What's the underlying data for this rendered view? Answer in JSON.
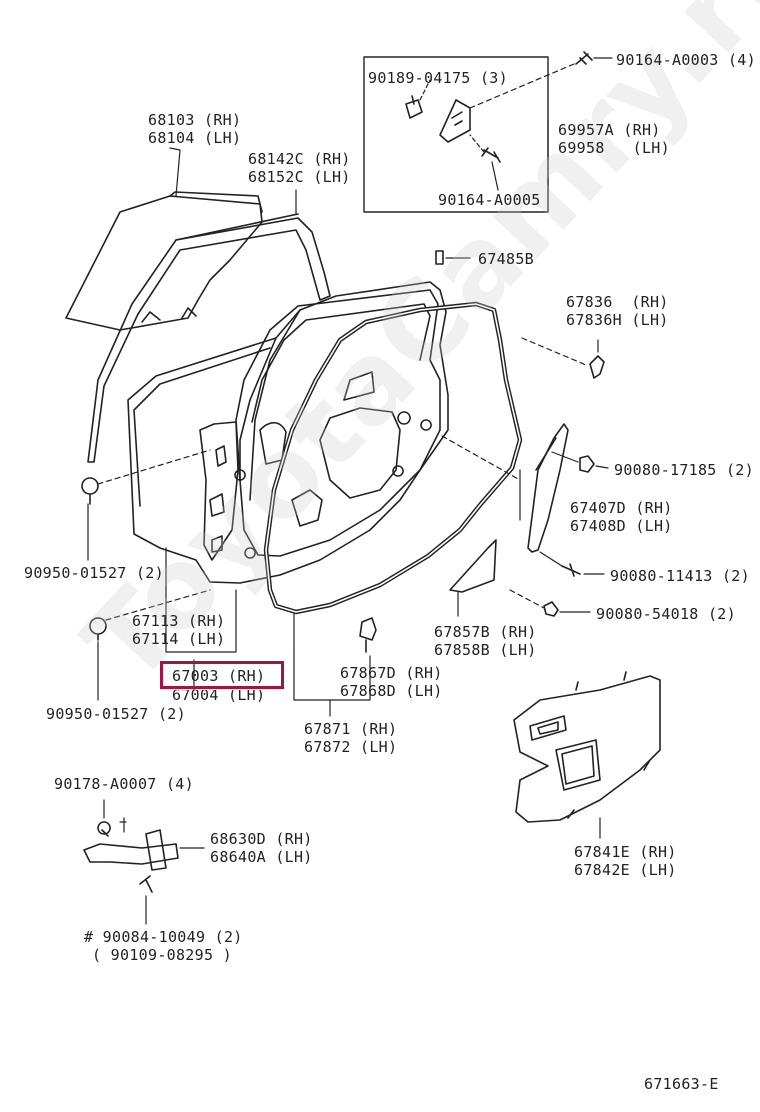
{
  "watermark": "ToyotaCamry.ru",
  "diagram_code": "671663-E",
  "labels": {
    "l90164a0003": "90164-A0003 (4)",
    "l90189": "90189-04175 (3)",
    "l69957": "69957A (RH)",
    "l69958": "69958   (LH)",
    "l90164a0005": "90164-A0005",
    "l68103": "68103 (RH)",
    "l68104": "68104 (LH)",
    "l68142": "68142C (RH)",
    "l68152": "68152C (LH)",
    "l67485": "67485B",
    "l67836": "67836  (RH)",
    "l67836h": "67836H (LH)",
    "l90080_17185": "90080-17185 (2)",
    "l67407": "67407D (RH)",
    "l67408": "67408D (LH)",
    "l90080_11413": "90080-11413 (2)",
    "l90080_54018": "90080-54018 (2)",
    "l67857": "67857B (RH)",
    "l67858": "67858B (LH)",
    "l90950a": "90950-01527 (2)",
    "l67113": "67113 (RH)",
    "l67114": "67114 (LH)",
    "l67003": "67003 (RH)",
    "l67004": "67004 (LH)",
    "l90950b": "90950-01527 (2)",
    "l67867": "67867D (RH)",
    "l67868": "67868D (LH)",
    "l67871": "67871 (RH)",
    "l67872": "67872 (LH)",
    "l90178": "90178-A0007 (4)",
    "l68630": "68630D (RH)",
    "l68640": "68640A (LH)",
    "l67841": "67841E (RH)",
    "l67842": "67842E (LH)",
    "l90084": "# 90084-10049 (2)",
    "l90109": "( 90109-08295 )"
  }
}
